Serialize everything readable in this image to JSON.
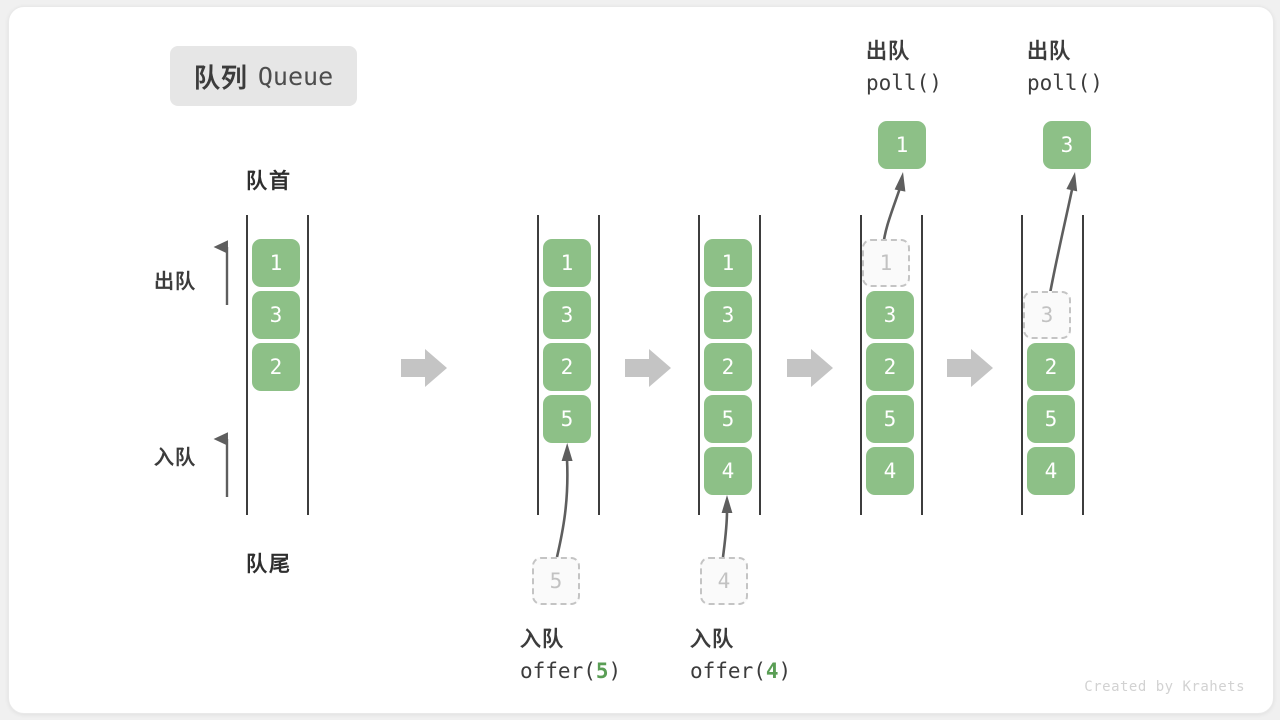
{
  "title": {
    "cn": "队列",
    "en": "Queue"
  },
  "labels": {
    "head": "队首",
    "tail": "队尾",
    "dequeue_arrow": "出队",
    "enqueue_arrow": "入队"
  },
  "colors": {
    "element_fill": "#8dc087",
    "element_text": "#ffffff",
    "ghost_fill": "#fafafa",
    "ghost_border": "#c4c4c4",
    "ghost_text": "#c2c2c2",
    "rail": "#3d3d3d",
    "transition_arrow": "#c4c4c4",
    "action_arrow": "#5e5e5e",
    "badge_bg": "#e6e6e6",
    "accent_green": "#5a9e55",
    "card_bg": "#ffffff",
    "page_bg": "#f0f0f0"
  },
  "stages": [
    {
      "name": "initial",
      "items": [
        {
          "value": "1",
          "state": "solid"
        },
        {
          "value": "3",
          "state": "solid"
        },
        {
          "value": "2",
          "state": "solid"
        }
      ],
      "caption_top": null,
      "caption_bottom": null,
      "result_box": null,
      "incoming_box": null
    },
    {
      "name": "offer-5",
      "items": [
        {
          "value": "1",
          "state": "solid"
        },
        {
          "value": "3",
          "state": "solid"
        },
        {
          "value": "2",
          "state": "solid"
        },
        {
          "value": "5",
          "state": "solid"
        }
      ],
      "caption_top": null,
      "caption_bottom": {
        "cn": "入队",
        "code_prefix": "offer(",
        "arg": "5",
        "code_suffix": ")"
      },
      "result_box": null,
      "incoming_box": {
        "value": "5",
        "state": "ghost"
      }
    },
    {
      "name": "offer-4",
      "items": [
        {
          "value": "1",
          "state": "solid"
        },
        {
          "value": "3",
          "state": "solid"
        },
        {
          "value": "2",
          "state": "solid"
        },
        {
          "value": "5",
          "state": "solid"
        },
        {
          "value": "4",
          "state": "solid"
        }
      ],
      "caption_top": null,
      "caption_bottom": {
        "cn": "入队",
        "code_prefix": "offer(",
        "arg": "4",
        "code_suffix": ")"
      },
      "result_box": null,
      "incoming_box": {
        "value": "4",
        "state": "ghost"
      }
    },
    {
      "name": "poll-1",
      "items": [
        {
          "value": "1",
          "state": "ghost"
        },
        {
          "value": "3",
          "state": "solid"
        },
        {
          "value": "2",
          "state": "solid"
        },
        {
          "value": "5",
          "state": "solid"
        },
        {
          "value": "4",
          "state": "solid"
        }
      ],
      "caption_top": {
        "cn": "出队",
        "code_prefix": "poll(",
        "arg": "",
        "code_suffix": ")"
      },
      "caption_bottom": null,
      "result_box": {
        "value": "1",
        "state": "solid"
      },
      "incoming_box": null
    },
    {
      "name": "poll-3",
      "items": [
        {
          "value": "",
          "state": "empty"
        },
        {
          "value": "3",
          "state": "ghost"
        },
        {
          "value": "2",
          "state": "solid"
        },
        {
          "value": "5",
          "state": "solid"
        },
        {
          "value": "4",
          "state": "solid"
        }
      ],
      "caption_top": {
        "cn": "出队",
        "code_prefix": "poll(",
        "arg": "",
        "code_suffix": ")"
      },
      "caption_bottom": null,
      "result_box": {
        "value": "3",
        "state": "solid"
      },
      "incoming_box": null
    }
  ],
  "watermark": "Created by Krahets"
}
